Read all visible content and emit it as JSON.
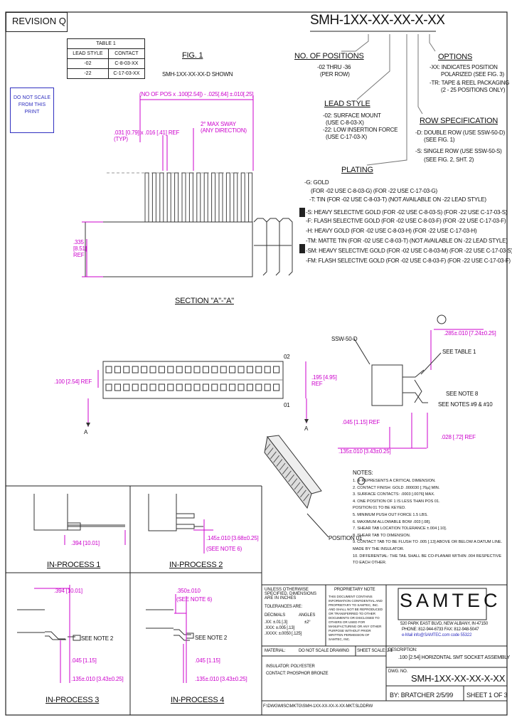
{
  "header": {
    "revision": "REVISION Q",
    "part_number": "SMH-1XX-XX-XX-X-XX"
  },
  "table1": {
    "title": "TABLE 1",
    "col1": "LEAD STYLE",
    "col2": "CONTACT",
    "rows": [
      {
        "lead": "-02",
        "contact": "C-8-03-XX"
      },
      {
        "lead": "-22",
        "contact": "C-17-03-XX"
      }
    ]
  },
  "fig1": {
    "title": "FIG. 1",
    "subtitle": "SMH-1XX-XX-XX-D SHOWN"
  },
  "warning_box": "DO NOT SCALE FROM THIS PRINT",
  "dims": {
    "length": "(NO OF POS x .100[2.54]) - .025[.64] ±.010[.25]",
    "angle": "2° MAX SWAY (ANY DIRECTION)",
    "pin": ".031 [0.79] x .016 [.41] REF (TYP)",
    "height": ".335 [8.51] REF",
    "pitch": ".100 [2.54] REF",
    "row_h": ".195 [4.95] REF",
    "lead_len": ".285±.010 [7.24±0.25]",
    "foot": ".045 [1.15] REF",
    "tail": ".028 [.72] REF",
    "standoff": ".135±.010 [3.43±0.25]"
  },
  "callouts": {
    "no_positions": "NO. OF POSITIONS",
    "no_positions_desc": [
      "-02 THRU -36",
      "(PER ROW)"
    ],
    "lead_style": "LEAD STYLE",
    "lead_style_desc": [
      "-02: SURFACE MOUNT",
      "(USE C-8-03-X)",
      "-22: LOW INSERTION FORCE",
      "(USE C-17-03-X)"
    ],
    "plating": "PLATING",
    "plating_desc": [
      "-G: GOLD",
      "(FOR -02 USE C-8-03-G) (FOR -22 USE C-17-03-G)",
      "-T: TIN (FOR -02 USE C-8-03-T) (NOT AVAILABLE ON -22 LEAD STYLE)",
      "-S: HEAVY SELECTIVE GOLD (FOR -02 USE C-8-03-S) (FOR -22 USE C-17-03-S)",
      "-F: FLASH SELECTIVE GOLD (FOR -02 USE C-8-03-F) (FOR -22 USE C-17-03-F)",
      "-H: HEAVY GOLD (FOR -02 USE C-8-03-H) (FOR -22 USE C-17-03-H)",
      "-TM: MATTE TIN (FOR -02 USE C-8-03-T) (NOT AVAILABLE ON -22 LEAD STYLE)",
      "-SM: HEAVY SELECTIVE GOLD (FOR -02 USE C-8-03-M) (FOR -22 USE C-17-03-S)",
      "-FM: FLASH SELECTIVE GOLD (FOR -02 USE C-8-03-F) (FOR -22 USE C-17-03-F)"
    ],
    "options": "OPTIONS",
    "options_desc": [
      "-XX: INDICATES POSITION",
      "POLARIZED (SEE FIG. 3)",
      "-TR: TAPE & REEL PACKAGING",
      "(2 - 25 POSITIONS ONLY)"
    ],
    "row_spec": "ROW SPECIFICATION",
    "row_spec_desc": [
      "-D: DOUBLE ROW (USE SSW-50-D)",
      "(SEE FIG. 1)",
      "-S: SINGLE ROW (USE SSW-50-S)",
      "(SEE FIG. 2, SHT. 2)"
    ]
  },
  "section": "SECTION \"A\"-\"A\"",
  "labels": {
    "ssw": "SSW-50-D",
    "see_table": "SEE TABLE 1",
    "see_notes": "SEE NOTES #9 & #10",
    "see_note": "SEE NOTE 8",
    "position01": "POSITION 01",
    "row02": "02",
    "row01": "01",
    "arrow_a": "A"
  },
  "notes": {
    "title": "NOTES:",
    "items": [
      "1. ⊗ REPRESENTS A CRITICAL DIMENSION.",
      "2. CONTACT FINISH: GOLD .000030 [.76µ] MIN.",
      "3. SURFACE CONTACTS: .0003 [.0076] MAX.",
      "4. ONE POSITION OF 1 IS LESS THAN POS 01.",
      "   POSITION 01 TO BE KEYED.",
      "5. MINIMUM PUSH OUT FORCE 1.5 LBS.",
      "6. MAXIMUM ALLOWABLE BOW .003 [.08].",
      "7. SHEAR TAB LOCATION TOLERANCE ±.004 [.10].",
      "8. SHEAR TAB TO DIMENSION.",
      "9. CONTACT TAB TO BE FLUSH TO .005 [.13] ABOVE OR BELOW A DATUM LINE.",
      "   MADE BY THE INSULATOR.",
      "10. DIFFERENTIAL: THE TAIL SHALL BE CO-PLANAR WITHIN .004 RESPECTIVE TO EACH OTHER."
    ]
  },
  "process": {
    "p1": "IN-PROCESS 1",
    "p2": "IN-PROCESS 2",
    "p3": "IN-PROCESS 3",
    "p4": "IN-PROCESS 4",
    "d1": ".394 [10.01]",
    "d2": ".145±.010 [3.68±0.25]",
    "d2b": "(SEE NOTE 6)",
    "d3": ".394 [10.01]",
    "d4": ".350±.010",
    "d4b": "(SEE NOTE 6)",
    "foot3": ".045 [1.15]",
    "stand3": ".135±.010 [3.43±0.25]",
    "foot4": ".045 [1.15]",
    "stand4": ".135±.010 [3.43±0.25]",
    "see_note2_3": "SEE NOTE 2",
    "see_note2_4": "SEE NOTE 2"
  },
  "title_block": {
    "unless": "UNLESS OTHERWISE SPECIFIED, DIMENSIONS ARE IN INCHES",
    "tolerances": "TOLERANCES ARE:",
    "decimals": "DECIMALS",
    "angles": "ANGLES",
    "dec1": ".XX: ±.01 [.3]",
    "dec2": ".XXX: ±.005 [.13]",
    "dec3": ".XXXX: ±.0050 [.125]",
    "ang": "±2°",
    "proprietary": "PROPRIETARY NOTE",
    "prop_text": "THIS DOCUMENT CONTAINS INFORMATION CONFIDENTIAL AND PROPRIETARY TO SAMTEC, INC. AND SHALL NOT BE REPRODUCED OR TRANSFERRED TO OTHER DOCUMENTS OR DISCLOSED TO OTHERS OR USED FOR MANUFACTURING OR ANY OTHER PURPOSE WITHOUT PRIOR WRITTEN PERMISSION OF SAMTEC, INC.",
    "company": "SAMTEC",
    "address": "520 PARK EAST BLVD, NEW ALBANY, IN 47150",
    "phone": "PHONE: 812-944-6733  FAX: 812-948-5047",
    "web": "e-Mail info@SAMTEC.com  code 55322",
    "material": "MATERIAL:",
    "do_not_scale": "DO NOT SCALE DRAWING",
    "sheet_scale": "SHEET SCALE: 2:1",
    "insulator": "INSULATOR: POLYESTER",
    "contact": "CONTACT: PHOSPHOR BRONZE",
    "description_label": "DESCRIPTION:",
    "description": ".100 [2.54] HORIZONTAL SMT SOCKET ASSEMBLY",
    "dwg_no_label": "DWG. NO.",
    "dwg_no": "SMH-1XX-XX-XX-X-XX",
    "by": "BY: BRATCHER 2/5/99",
    "sheet": "SHEET 1 OF 3",
    "path": "F:\\DWG\\MISC\\MKTG\\SMH-1XX-XX-XX-X-XX-MKT.SLDDRW"
  }
}
